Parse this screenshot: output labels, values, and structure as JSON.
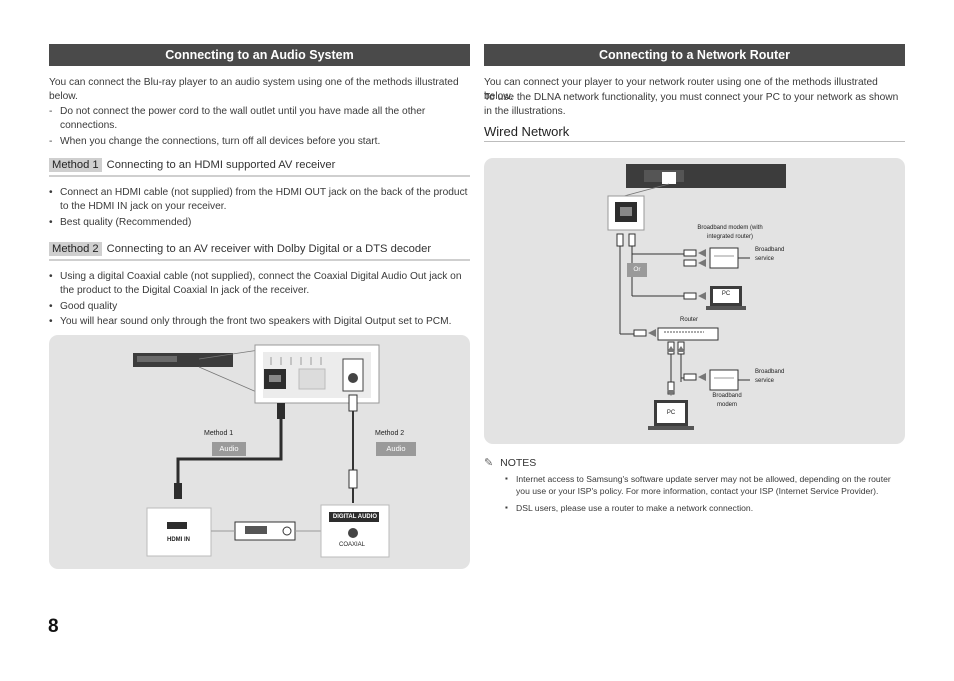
{
  "left": {
    "header": "Connecting to an Audio System",
    "intro": "You can connect the Blu-ray player to an audio system using one of the methods illustrated below.",
    "cautions": [
      "Do not connect the power cord to the wall outlet until you have made all the other connections.",
      "When you change the connections, turn off all devices before you start."
    ],
    "method1": {
      "tag": "Method 1",
      "title": "Connecting to an HDMI supported AV receiver",
      "bullets": [
        "Connect an HDMI cable (not supplied) from the HDMI OUT jack on the back of the product to the HDMI IN jack on your receiver.",
        "Best quality (Recommended)"
      ]
    },
    "method2": {
      "tag": "Method 2",
      "title": "Connecting to an AV receiver with Dolby Digital or a DTS decoder",
      "bullets": [
        "Using a digital Coaxial cable (not supplied), connect the Coaxial Digital Audio Out jack on the product to the Digital Coaxial In jack of the receiver.",
        "Good quality",
        "You will hear sound only through the front two speakers with Digital Output set to PCM."
      ]
    },
    "diagram": {
      "method1_label": "Method 1",
      "method1_tag": "Audio",
      "method2_label": "Method 2",
      "method2_tag": "Audio",
      "hdmi_in": "HDMI IN",
      "digital_audio_in": "DIGITAL AUDIO IN",
      "coaxial": "COAXIAL"
    }
  },
  "right": {
    "header": "Connecting to a Network Router",
    "intro1": "You can connect your player to your network router using one of the methods illustrated below.",
    "intro2": "To use the DLNA network functionality, you must connect your PC to your network as shown in the illustrations.",
    "section_title": "Wired Network",
    "diagram": {
      "modem_integrated": "Broadband modem (with integrated router)",
      "broadband_service_1": "Broadband service",
      "or_tag": "Or",
      "pc_1": "PC",
      "router": "Router",
      "broadband_service_2": "Broadband service",
      "broadband_modem": "Broadband modem",
      "pc_2": "PC"
    },
    "notes_title": "NOTES",
    "notes": [
      "Internet access to Samsung's software update server may not be allowed, depending on the router you use or your ISP's policy. For more information, contact your ISP (Internet Service Provider).",
      "DSL users, please use a router to make a network connection."
    ]
  },
  "page_number": "8"
}
